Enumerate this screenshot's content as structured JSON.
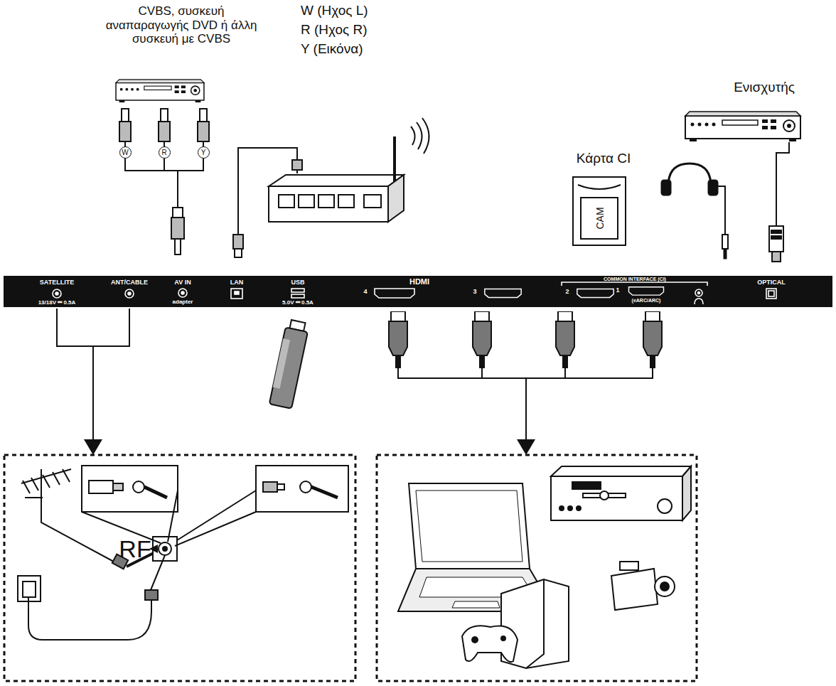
{
  "diagram": {
    "nodes": [
      {
        "text": [
          "Κάρτα CI",
          "CAM"
        ]
      }
    ],
    "labels": [
      "CVBS, συσκευή αναπαραγωγής DVD ή άλλη συσκευή με CVBS",
      "W (Ηχος L)",
      "R (Ηχος R)",
      "Y (Εικόνα)",
      "W",
      "R",
      "Y",
      "Ενισχυτής",
      "SATELLITE",
      "13/18V ⎓ 0.5A",
      "ANT/CABLE",
      "AV IN",
      "adapter",
      "LAN",
      "USB",
      "5.0V ⎓ 0.5A",
      "HDMI",
      "4",
      "3",
      "2",
      "1",
      "COMMON INTERFACE (CI)",
      "(eARC/ARC)",
      "OPTICAL",
      "RF"
    ]
  }
}
